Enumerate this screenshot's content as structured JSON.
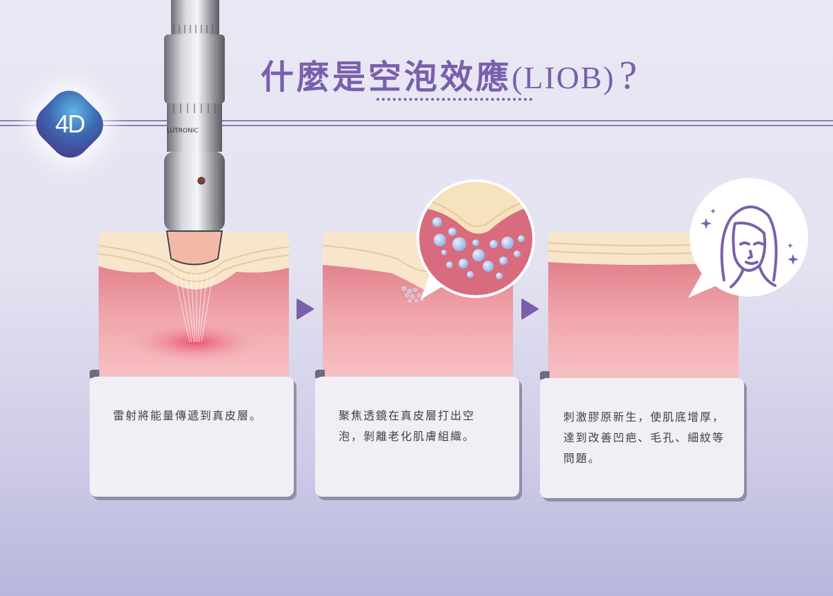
{
  "badge": {
    "text": "4D"
  },
  "title": {
    "chinese": "什麼是空泡效應",
    "paren": "(LIOB)",
    "question": "?"
  },
  "device": {
    "brand": "LUTRONIC"
  },
  "steps": [
    {
      "text": "雷射將能量傳遞到真皮層。"
    },
    {
      "text": "聚焦透鏡在真皮層打出空泡，剝離老化肌膚組織。"
    },
    {
      "text": "刺激膠原新生，使肌底增厚，達到改善凹疤、毛孔、細紋等問題。"
    }
  ],
  "colors": {
    "accent": "#7a5fad",
    "skin_top": "#f6e3c4",
    "skin_mid": "#e88f98",
    "skin_low": "#f6b9bd",
    "card_bg": "#f1eef5"
  },
  "icons": [
    "next-arrow-icon",
    "next-arrow-icon",
    "bubble-zoom-illustration",
    "woman-face-icon",
    "sparkle-icon"
  ]
}
